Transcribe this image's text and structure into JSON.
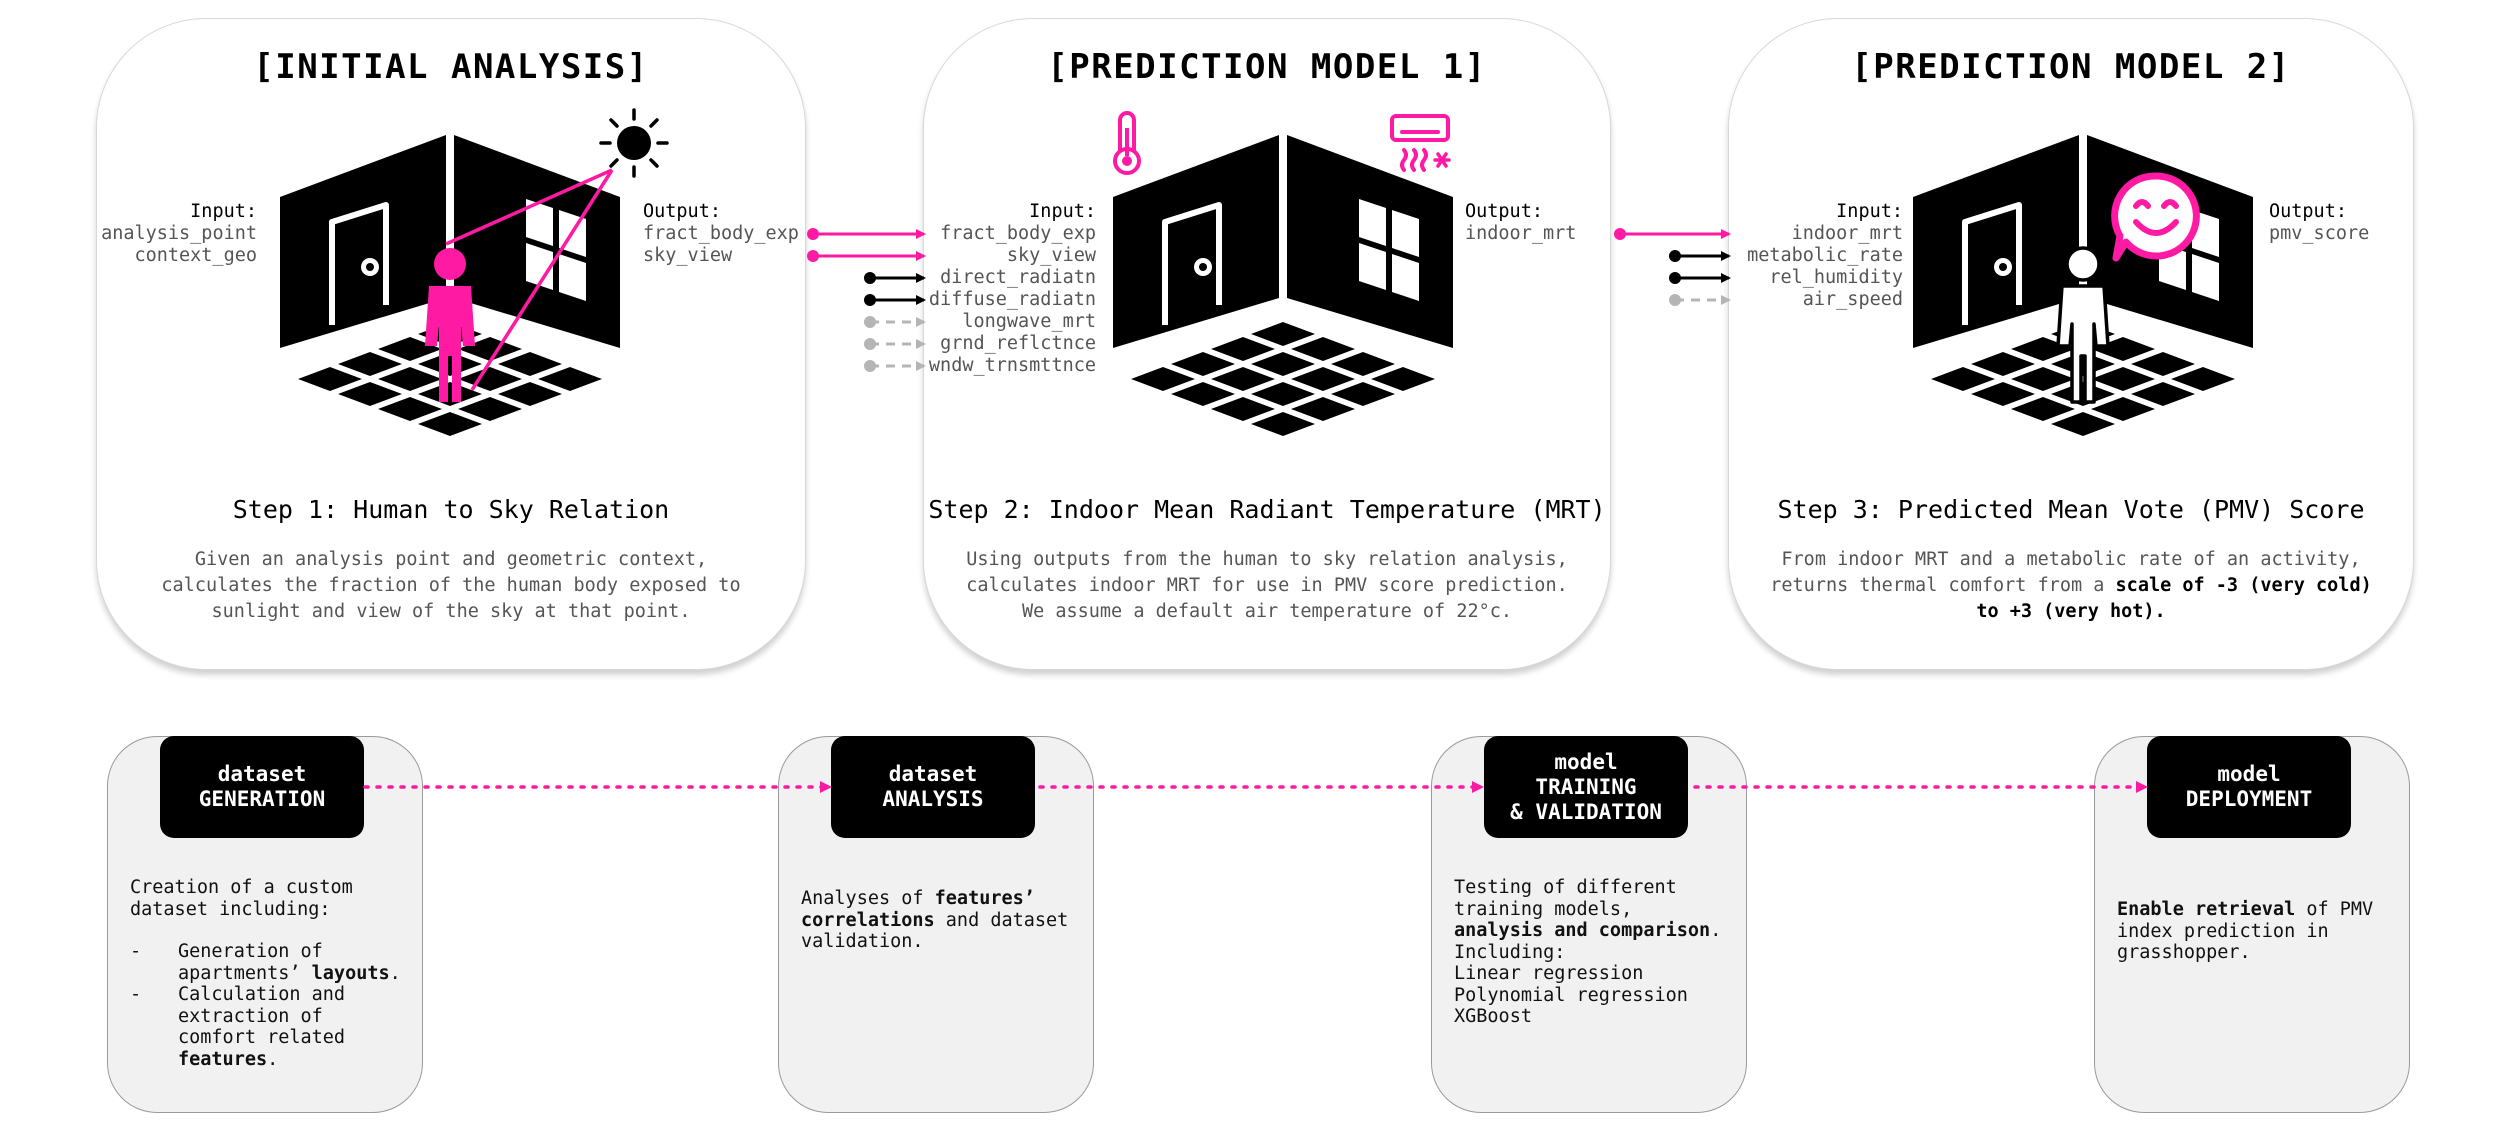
{
  "panels": {
    "p1": {
      "title": "[INITIAL ANALYSIS]",
      "input_label": "Input:",
      "inputs": [
        "analysis_point",
        "context_geo"
      ],
      "output_label": "Output:",
      "outputs": [
        "fract_body_exp",
        "sky_view"
      ],
      "step": "Step 1: Human to Sky Relation",
      "desc": "Given an analysis point and geometric context, calculates the fraction of the human body exposed to sunlight and view of the sky at that point."
    },
    "p2": {
      "title": "[PREDICTION MODEL 1]",
      "input_label": "Input:",
      "inputs": [
        "fract_body_exp",
        "sky_view",
        "direct_radiatn",
        "diffuse_radiatn",
        "longwave_mrt",
        "grnd_reflctnce",
        "wndw_trnsmttnce"
      ],
      "output_label": "Output:",
      "outputs": [
        "indoor_mrt"
      ],
      "step": "Step 2: Indoor Mean Radiant Temperature (MRT)",
      "desc": "Using outputs from the human to sky relation analysis, calculates indoor MRT for use in PMV score prediction. We assume a default air temperature of 22°c."
    },
    "p3": {
      "title": "[PREDICTION MODEL 2]",
      "input_label": "Input:",
      "inputs": [
        "indoor_mrt",
        "metabolic_rate",
        "rel_humidity",
        "air_speed"
      ],
      "output_label": "Output:",
      "outputs": [
        "pmv_score"
      ],
      "step": "Step 3: Predicted Mean Vote (PMV) Score",
      "desc_a": "From indoor MRT and a metabolic rate of an activity, returns thermal comfort from a ",
      "desc_b": "scale of -3 (very cold) to +3 (very hot)."
    }
  },
  "cards": {
    "c1": {
      "badge_1": "dataset",
      "badge_2": "GENERATION",
      "intro": "Creation of a custom dataset including:",
      "dash": "-",
      "item1_a": "Generation of apartments’ ",
      "item1_b": "layouts",
      "item1_c": ".",
      "item2_a": "Calculation and extraction of comfort related ",
      "item2_b": "features",
      "item2_c": "."
    },
    "c2": {
      "badge_1": "dataset",
      "badge_2": "ANALYSIS",
      "t_a": "Analyses of ",
      "t_b": "features’ correlations",
      "t_c": " and dataset validation."
    },
    "c3": {
      "badge_1": "model",
      "badge_2": "TRAINING",
      "badge_3": "& VALIDATION",
      "t_a": "Testing of different training models, ",
      "t_b": "analysis and comparison",
      "t_c": ".",
      "including": "Including:",
      "models": [
        "Linear regression",
        "Polynomial regression",
        "XGBoost"
      ]
    },
    "c4": {
      "badge_1": "model",
      "badge_2": "DEPLOYMENT",
      "t_a": "Enable retrieval",
      "t_b": " of PMV index prediction in grasshopper."
    }
  },
  "colors": {
    "accent": "#ff1aa3",
    "primary": "#000000",
    "muted_arrow": "#b5b5b5",
    "card_bg": "#f1f1f1"
  },
  "icons": [
    "sun-icon",
    "thermometer-icon",
    "air-conditioner-icon",
    "smiley-chat-icon",
    "person-icon",
    "door-icon",
    "window-icon",
    "room-icon"
  ]
}
